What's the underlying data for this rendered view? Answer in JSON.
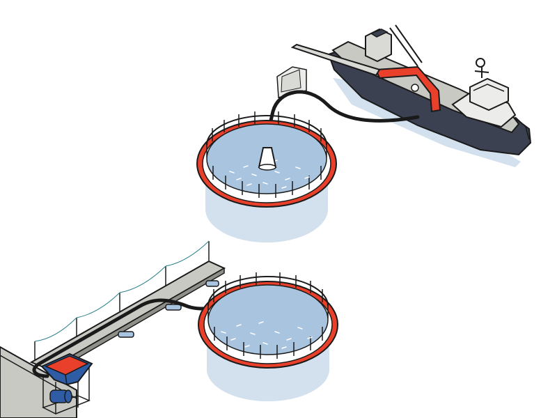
{
  "colors": {
    "background": "#ffffff",
    "outline": "#1a1a1a",
    "net_ring": "#e8402a",
    "water": "#a9c4de",
    "water_shadow": "#d3e0ee",
    "hull": "#3b4150",
    "deck": "#c9c9c4",
    "superstructure": "#ececea",
    "crane": "#e8402a",
    "hose": "#1a1a1a",
    "hopper_fill": "#e8402a",
    "hopper_frame": "#2e5da6",
    "pier": "#c9c9c4",
    "fence_line": "#2a7f8a"
  },
  "scene": {
    "upper_label": "",
    "lower_label": ""
  },
  "elements": [
    {
      "name": "vessel",
      "icon": "fishing-vessel"
    },
    {
      "name": "upper-net-pen",
      "icon": "circular-fish-cage"
    },
    {
      "name": "lower-net-pen",
      "icon": "circular-fish-cage"
    },
    {
      "name": "suction-hose",
      "icon": "hose"
    },
    {
      "name": "feed-hopper",
      "icon": "hopper"
    },
    {
      "name": "pier-walkway",
      "icon": "floating-walkway"
    }
  ]
}
